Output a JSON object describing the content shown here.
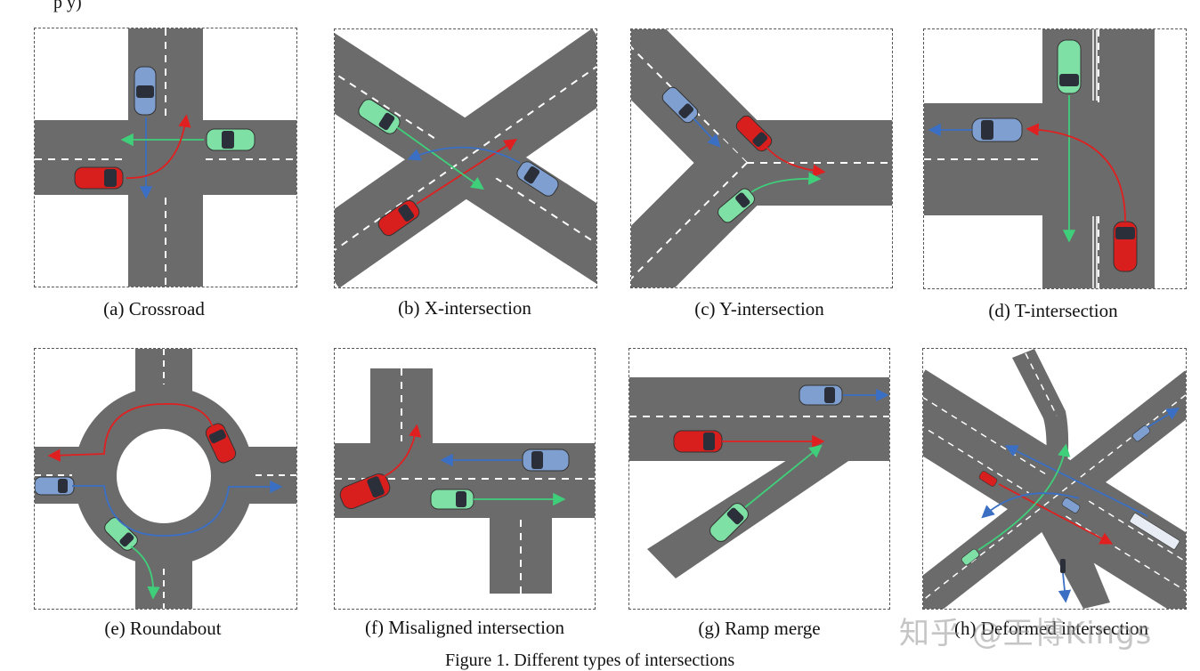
{
  "top_fragment": "p                              y)",
  "figure_caption": "Figure 1. Different types of intersections",
  "watermark": "知乎 @王博Kings",
  "panels": [
    {
      "caption": "(a) Crossroad"
    },
    {
      "caption": "(b) X-intersection"
    },
    {
      "caption": "(c) Y-intersection"
    },
    {
      "caption": "(d) T-intersection"
    },
    {
      "caption": "(e) Roundabout"
    },
    {
      "caption": "(f) Misaligned intersection"
    },
    {
      "caption": "(g) Ramp merge"
    },
    {
      "caption": "(h) Deformed intersection"
    }
  ],
  "colors": {
    "road": "#6b6b6b",
    "lane_marking": "#ffffff",
    "car_red": "#d91e1e",
    "car_blue": "#7e9fcf",
    "car_green": "#7fe0a6",
    "arrow_red": "#e02020",
    "arrow_blue": "#3a6fc4",
    "arrow_green": "#3fcf7a"
  }
}
